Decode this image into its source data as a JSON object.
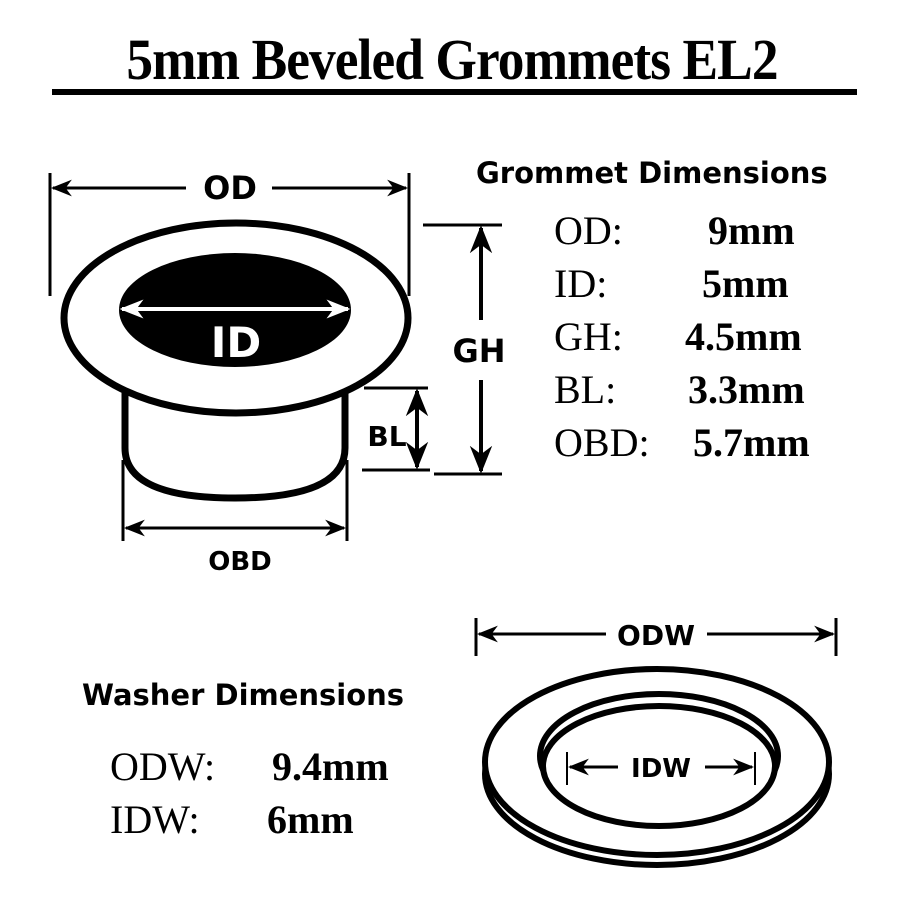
{
  "title": "5mm Beveled Grommets EL2",
  "grommet": {
    "heading": "Grommet Dimensions",
    "diagram_labels": {
      "od": "OD",
      "id": "ID",
      "gh": "GH",
      "bl": "BL",
      "obd": "OBD"
    },
    "specs": [
      {
        "label": "OD:",
        "value": "9mm"
      },
      {
        "label": "ID:",
        "value": "5mm"
      },
      {
        "label": "GH:",
        "value": "4.5mm"
      },
      {
        "label": "BL:",
        "value": "3.3mm"
      },
      {
        "label": "OBD:",
        "value": "5.7mm"
      }
    ]
  },
  "washer": {
    "heading": "Washer Dimensions",
    "diagram_labels": {
      "odw": "ODW",
      "idw": "IDW"
    },
    "specs": [
      {
        "label": "ODW:",
        "value": "9.4mm"
      },
      {
        "label": "IDW:",
        "value": "6mm"
      }
    ]
  },
  "colors": {
    "ink": "#000000",
    "background": "#ffffff"
  }
}
